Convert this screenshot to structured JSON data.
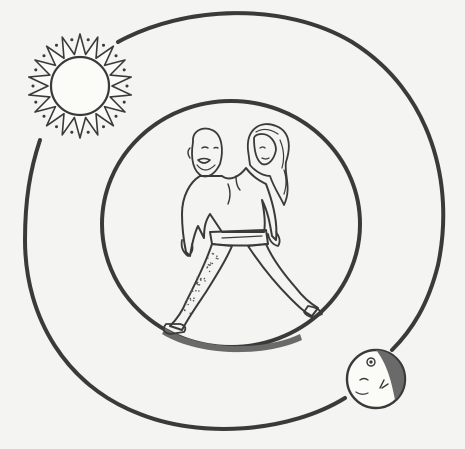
{
  "figure": {
    "elements": {
      "outer_orbit": "outer-orbit-ring",
      "inner_orbit": "inner-orbit-ring",
      "sun": "sun-icon",
      "moon": "moon-icon",
      "androgyne": "two-headed-figure"
    },
    "colors": {
      "background": "#f4f4f2",
      "ink": "#3a3a3a",
      "paper": "#fbfbf8",
      "shadow": "#6a6a6a"
    }
  }
}
